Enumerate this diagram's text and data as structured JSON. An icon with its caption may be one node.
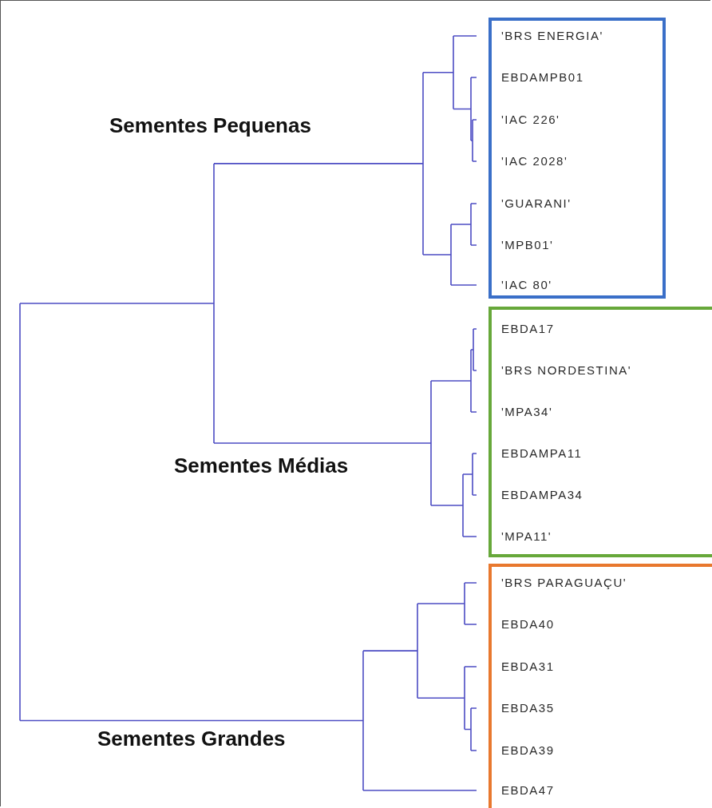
{
  "diagram": {
    "nodes": [
      {
        "text": [],
        "shape": "box"
      },
      {
        "text": [
          "'BRS ENERGIA'"
        ],
        "in": 0
      },
      {
        "text": [
          "EBDAMPB01"
        ],
        "in": 0
      },
      {
        "text": [
          "'IAC 226'"
        ],
        "in": 0
      },
      {
        "text": [
          "'IAC 2028'"
        ],
        "in": 0
      },
      {
        "text": [
          "'GUARANI'"
        ],
        "in": 0
      },
      {
        "text": [
          "'MPB01'"
        ],
        "in": 0
      },
      {
        "text": [
          "'IAC 80'"
        ],
        "in": 0
      },
      {
        "text": [],
        "shape": "box"
      },
      {
        "text": [
          "EBDA17"
        ],
        "in": 8
      },
      {
        "text": [
          "'BRS NORDESTINA'"
        ],
        "in": 8
      },
      {
        "text": [
          "'MPA34'"
        ],
        "in": 8
      },
      {
        "text": [
          "EBDAMPA11"
        ],
        "in": 8
      },
      {
        "text": [
          "EBDAMPA34"
        ],
        "in": 8
      },
      {
        "text": [
          "'MPA11'"
        ],
        "in": 8
      },
      {
        "text": [],
        "shape": "box"
      },
      {
        "text": [
          "'BRS PARAGUAÇU'"
        ],
        "in": 15
      },
      {
        "text": [
          "EBDA40"
        ],
        "in": 15
      },
      {
        "text": [
          "EBDA31"
        ],
        "in": 15
      },
      {
        "text": [
          "EBDA35"
        ],
        "in": 15
      },
      {
        "text": [
          "EBDA39"
        ],
        "in": 15
      },
      {
        "text": [
          "EBDA47"
        ],
        "in": 15
      }
    ],
    "labels": [
      "Sementes Pequenas",
      "Sementes Médias",
      "Sementes Grandes"
    ]
  }
}
